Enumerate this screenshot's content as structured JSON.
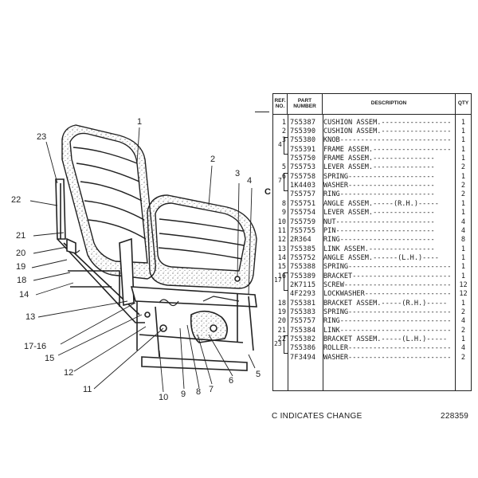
{
  "table": {
    "headers": {
      "ref": "REF. NO.",
      "part": "PART NUMBER",
      "desc": "DESCRIPTION",
      "qty": "QTY"
    },
    "rows": [
      {
        "ref": "1",
        "part": "7S5387",
        "desc": "CUSHION ASSEM.-----------------",
        "qty": "1"
      },
      {
        "ref": "2",
        "part": "7S5390",
        "desc": "CUSHION ASSEM.-----------------",
        "qty": "1"
      },
      {
        "ref": "3",
        "part": "7S5380",
        "desc": "KNOB---------------------------",
        "qty": "1"
      },
      {
        "ref": "",
        "part": "7S5391",
        "desc": "FRAME ASSEM.-------------------",
        "qty": "1"
      },
      {
        "ref": "",
        "part": "7S5750",
        "desc": "FRAME ASSEM.---------------",
        "qty": "1",
        "indent": true
      },
      {
        "ref": "5",
        "part": "7S5753",
        "desc": "LEVER ASSEM.---------------",
        "qty": "2",
        "indent": true
      },
      {
        "ref": "6",
        "part": "7S5758",
        "desc": "SPRING---------------------",
        "qty": "1",
        "indent": true
      },
      {
        "ref": "",
        "part": "1K4403",
        "desc": "WASHER---------------------",
        "qty": "2",
        "indent": true
      },
      {
        "ref": "",
        "part": "7S5757",
        "desc": "RING-----------------------",
        "qty": "2",
        "indent": true
      },
      {
        "ref": "8",
        "part": "7S5751",
        "desc": "ANGLE ASSEM.-----(R.H.)-----",
        "qty": "1",
        "indent": true
      },
      {
        "ref": "9",
        "part": "7S5754",
        "desc": "LEVER ASSEM.---------------",
        "qty": "1",
        "indent": true
      },
      {
        "ref": "10",
        "part": "7S5759",
        "desc": "NUT------------------------",
        "qty": "4",
        "indent": true
      },
      {
        "ref": "11",
        "part": "7S5755",
        "desc": "PIN------------------------",
        "qty": "4",
        "indent": true
      },
      {
        "ref": "12",
        "part": "2R364",
        "desc": "RING-----------------------",
        "qty": "8",
        "indent": true
      },
      {
        "ref": "13",
        "part": "7S5385",
        "desc": "LINK ASSEM.----------------",
        "qty": "1",
        "indent": true
      },
      {
        "ref": "14",
        "part": "7S5752",
        "desc": "ANGLE ASSEM.------(L.H.)----",
        "qty": "1",
        "indent": true
      },
      {
        "ref": "15",
        "part": "7S5388",
        "desc": "SPRING-------------------------",
        "qty": "1"
      },
      {
        "ref": "16",
        "part": "7S5389",
        "desc": "BRACKET------------------------",
        "qty": "1"
      },
      {
        "ref": "",
        "part": "2K7115",
        "desc": "SCREW--------------------------",
        "qty": "12"
      },
      {
        "ref": "",
        "part": "4F2293",
        "desc": "LOCKWASHER---------------------",
        "qty": "12"
      },
      {
        "ref": "18",
        "part": "7S5381",
        "desc": "BRACKET ASSEM.-----(R.H.)-----",
        "qty": "1"
      },
      {
        "ref": "19",
        "part": "7S5383",
        "desc": "SPRING-------------------------",
        "qty": "2"
      },
      {
        "ref": "20",
        "part": "7S5757",
        "desc": "RING---------------------------",
        "qty": "4"
      },
      {
        "ref": "21",
        "part": "7S5384",
        "desc": "LINK---------------------------",
        "qty": "2"
      },
      {
        "ref": "22",
        "part": "7S5382",
        "desc": "BRACKET ASSEM.-----(L.H.)-----",
        "qty": "1"
      },
      {
        "ref": "",
        "part": "7S5386",
        "desc": "ROLLER-------------------------",
        "qty": "4"
      },
      {
        "ref": "",
        "part": "7F3494",
        "desc": "WASHER-------------------------",
        "qty": "2"
      }
    ],
    "brackets": [
      {
        "label": "4",
        "rows": [
          3,
          4
        ]
      },
      {
        "label": "7",
        "rows": [
          7,
          8
        ]
      },
      {
        "label": "17",
        "rows": [
          18,
          19
        ]
      },
      {
        "label": "23",
        "rows": [
          25,
          26
        ]
      }
    ]
  },
  "change_mark": "C",
  "footer_note": "C INDICATES CHANGE",
  "document_number": "228359",
  "callouts": [
    "1",
    "2",
    "3",
    "4",
    "5",
    "6",
    "7",
    "8",
    "9",
    "10",
    "11",
    "12",
    "13",
    "14",
    "15",
    "17-16",
    "18",
    "19",
    "20",
    "21",
    "22",
    "23"
  ]
}
